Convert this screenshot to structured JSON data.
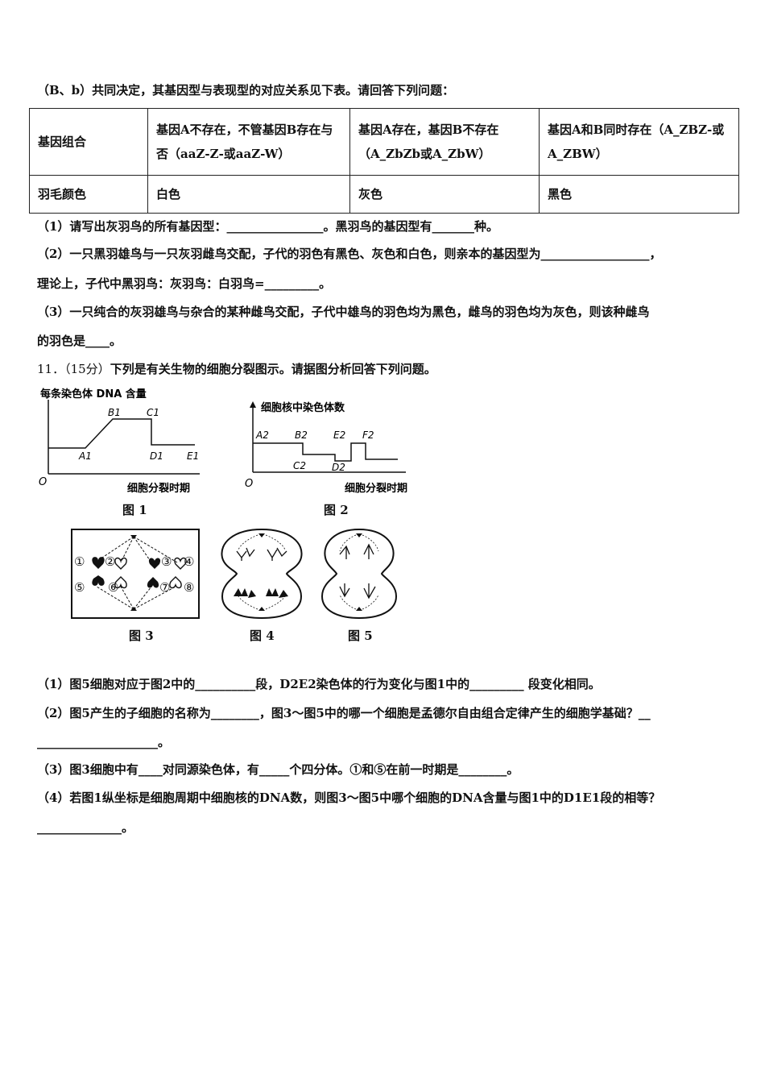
{
  "intro": "（B、b）共同决定，其基因型与表现型的对应关系见下表。请回答下列问题：",
  "table": {
    "row1": {
      "header": "基因组合",
      "c1": "基因A不存在，不管基因B存在与否（aaZ-Z-或aaZ-W）",
      "c2": "基因A存在，基因B不存在（A_ZbZb或A_ZbW）",
      "c3": "基因A和B同时存在（A_ZBZ-或A_ZBW）"
    },
    "row2": {
      "header": "羽毛颜色",
      "c1": "白色",
      "c2": "灰色",
      "c3": "黑色"
    }
  },
  "q10": {
    "p1": "（1）请写出灰羽鸟的所有基因型：________________。黑羽鸟的基因型有_______种。",
    "p2a": "（2）一只黑羽雄鸟与一只灰羽雌鸟交配，子代的羽色有黑色、灰色和白色，则亲本的基因型为__________________，",
    "p2b": "理论上，子代中黑羽鸟：灰羽鸟：白羽鸟=_________。",
    "p3a": "（3）一只纯合的灰羽雄鸟与杂合的某种雌鸟交配，子代中雄鸟的羽色均为黑色，雌鸟的羽色均为灰色，则该种雌鸟",
    "p3b": "的羽色是____。"
  },
  "q11": {
    "title_num": "11．（15分）",
    "title_text": "下列是有关生物的细胞分裂图示。请据图分析回答下列问题。",
    "fig1": {
      "ylabel": "每条染色体 DNA 含量",
      "xlabel": "细胞分裂时期",
      "origin": "O",
      "points": [
        "A1",
        "B1",
        "C1",
        "D1",
        "E1"
      ],
      "caption": "图 1"
    },
    "fig2": {
      "ylabel": "细胞核中染色体数",
      "xlabel": "细胞分裂时期",
      "origin": "O",
      "points": [
        "A2",
        "B2",
        "C2",
        "D2",
        "E2",
        "F2"
      ],
      "caption": "图 2"
    },
    "fig3": {
      "caption": "图 3",
      "labels": [
        "①",
        "②",
        "③",
        "④",
        "⑤",
        "⑥",
        "⑦",
        "⑧"
      ]
    },
    "fig4": {
      "caption": "图 4"
    },
    "fig5": {
      "caption": "图 5"
    },
    "p1": "（1）图5细胞对应于图2中的__________段，D2E2染色体的行为变化与图1中的_________ 段变化相同。",
    "p2a": "（2）图5产生的子细胞的名称为________，图3～图5中的哪一个细胞是孟德尔自由组合定律产生的细胞学基础？__",
    "p2b": "____________________。",
    "p3": "（3）图3细胞中有____对同源染色体，有_____个四分体。①和⑤在前一时期是________。",
    "p4a": "（4）若图1纵坐标是细胞周期中细胞核的DNA数，则图3～图5中哪个细胞的DNA含量与图1中的D1E1段的相等？",
    "p4b": "______________。"
  }
}
